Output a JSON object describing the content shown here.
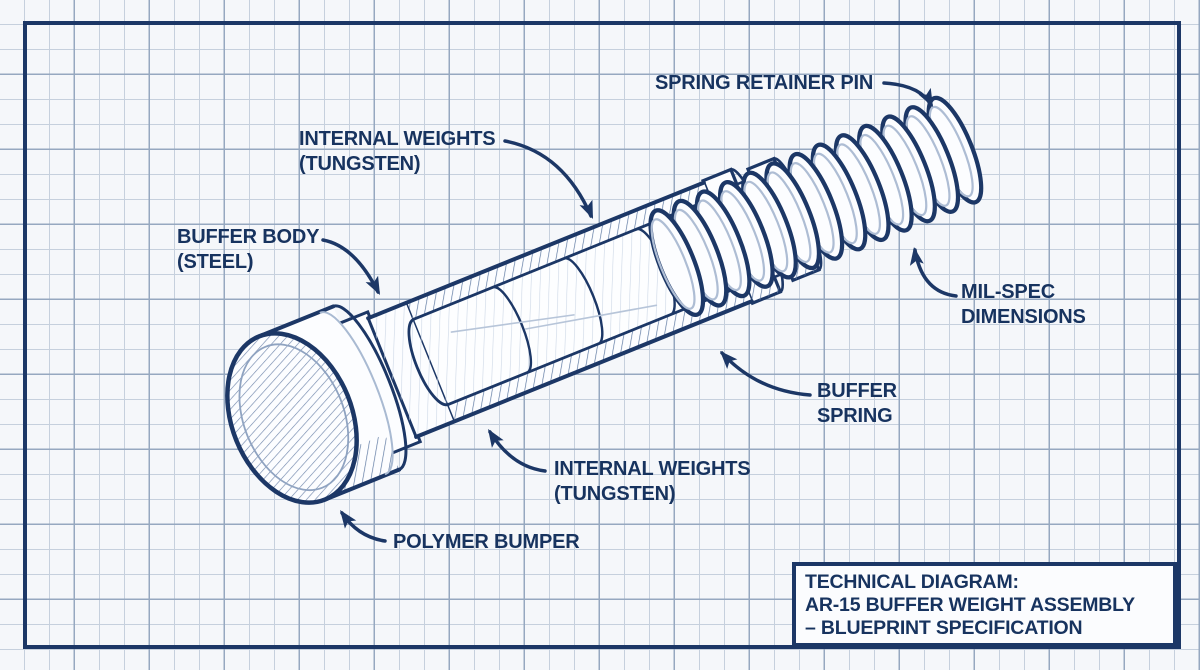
{
  "page": {
    "paper_color": "#f5f7fa",
    "grid_color": "#c6d0dd",
    "grid_color_strong": "#96a8c0",
    "ink_color": "#1c3766",
    "shade_color": "#a9bad2"
  },
  "labels": {
    "spring_retainer_pin": "SPRING RETAINER PIN",
    "internal_weights_top_line1": "INTERNAL WEIGHTS",
    "internal_weights_top_line2": "(TUNGSTEN)",
    "buffer_body_line1": "BUFFER BODY",
    "buffer_body_line2": "(STEEL)",
    "mil_spec_line1": "MIL-SPEC",
    "mil_spec_line2": "DIMENSIONS",
    "buffer_spring_line1": "BUFFER",
    "buffer_spring_line2": "SPRING",
    "internal_weights_bottom_line1": "INTERNAL WEIGHTS",
    "internal_weights_bottom_line2": "(TUNGSTEN)",
    "polymer_bumper": "POLYMER BUMPER"
  },
  "title_block": {
    "line1": "TECHNICAL DIAGRAM:",
    "line2": "AR-15 BUFFER WEIGHT ASSEMBLY",
    "line3": "– BLUEPRINT SPECIFICATION"
  }
}
